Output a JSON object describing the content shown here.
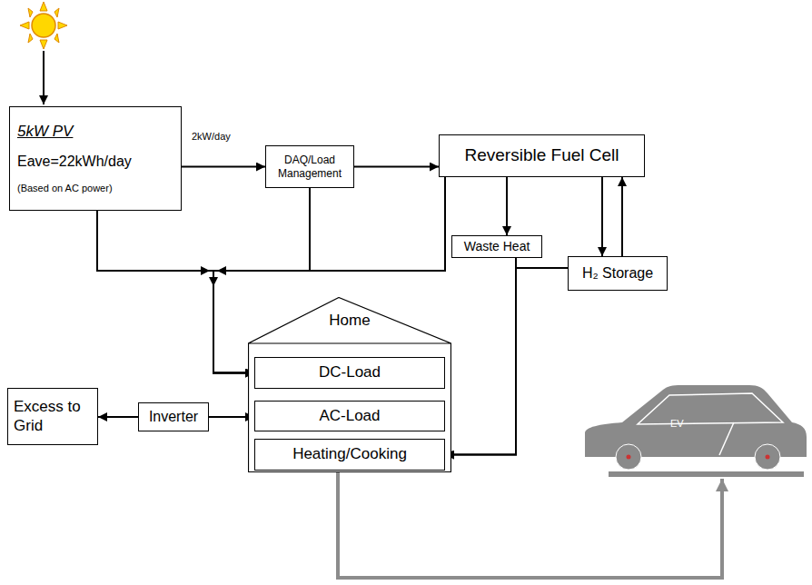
{
  "diagram": {
    "nodes": [
      {
        "text": [
          "5kW PV",
          "Eave=22kWh/day",
          "(Based on AC power)"
        ]
      },
      {
        "text": [
          "DAQ/Load Management"
        ]
      },
      {
        "text": [
          "Reversible Fuel Cell"
        ]
      },
      {
        "text": [
          "Waste Heat"
        ]
      },
      {
        "text": [
          "H₂ Storage"
        ]
      },
      {
        "text": [
          "Home"
        ]
      },
      {
        "text": [
          "DC-Load"
        ],
        "in": 5
      },
      {
        "text": [
          "AC-Load"
        ],
        "in": 5
      },
      {
        "text": [
          "Heating/Cooking"
        ],
        "in": 5
      },
      {
        "text": [
          "Excess to Grid"
        ]
      },
      {
        "text": [
          "Inverter"
        ]
      },
      {
        "text": [
          "EV"
        ]
      }
    ],
    "edges": [
      {
        "from": 0,
        "to": 1,
        "label": "2kW/day",
        "arrow": "to"
      },
      {
        "from": 1,
        "to": 2,
        "arrow": "to"
      },
      {
        "from": 2,
        "to": 3,
        "arrow": "to"
      },
      {
        "from": 2,
        "to": 4,
        "arrow": "to"
      },
      {
        "from": 4,
        "to": 2,
        "arrow": "to"
      },
      {
        "from": 0,
        "to": 6,
        "arrow": "to"
      },
      {
        "from": 1,
        "to": 6,
        "arrow": "to"
      },
      {
        "from": 2,
        "to": 6,
        "arrow": "to"
      },
      {
        "from": 10,
        "to": 9,
        "arrow": "to"
      },
      {
        "from": 10,
        "to": 7,
        "arrow": "to"
      },
      {
        "from": 3,
        "to": 8,
        "arrow": "to"
      },
      {
        "from": 4,
        "to": 8,
        "arrow": "to"
      },
      {
        "from": 5,
        "to": 11,
        "arrow": "to"
      }
    ]
  }
}
